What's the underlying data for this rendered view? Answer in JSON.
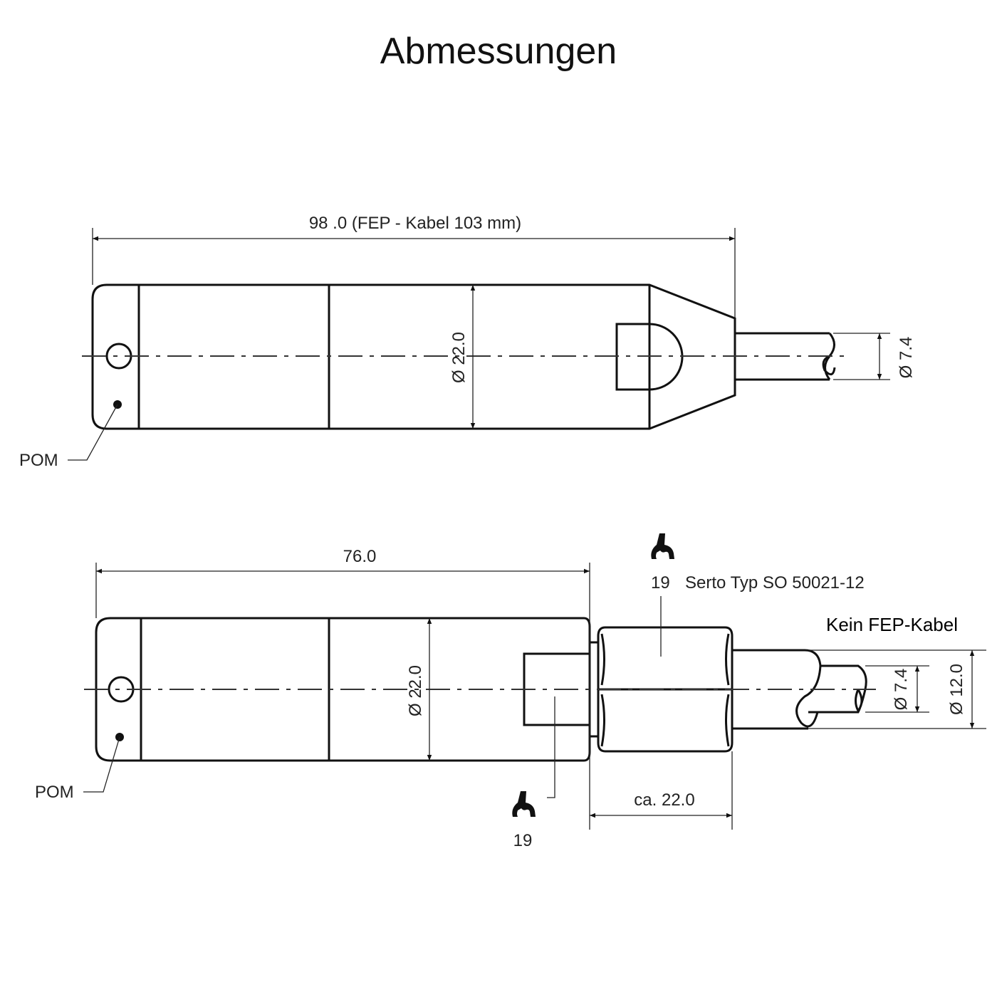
{
  "title": "Abmessungen",
  "top_view": {
    "length_label": "98 .0  (FEP - Kabel 103 mm)",
    "body_diameter": "Ø 22.0",
    "cable_diameter": "Ø 7.4",
    "material_label": "POM"
  },
  "bottom_view": {
    "length_label": "76.0",
    "body_diameter": "Ø 22.0",
    "inner_cable_diameter": "Ø 7.4",
    "outer_cable_diameter": "Ø 12.0",
    "material_label": "POM",
    "fitting_wrench_size": "19",
    "fitting_label": "Serto Typ SO 50021-12",
    "cable_note": "Kein FEP-Kabel",
    "stub_wrench_size": "19",
    "fitting_length_label": "ca. 22.0"
  },
  "colors": {
    "pom_fill": "#cfcfcf",
    "line": "#111111"
  }
}
